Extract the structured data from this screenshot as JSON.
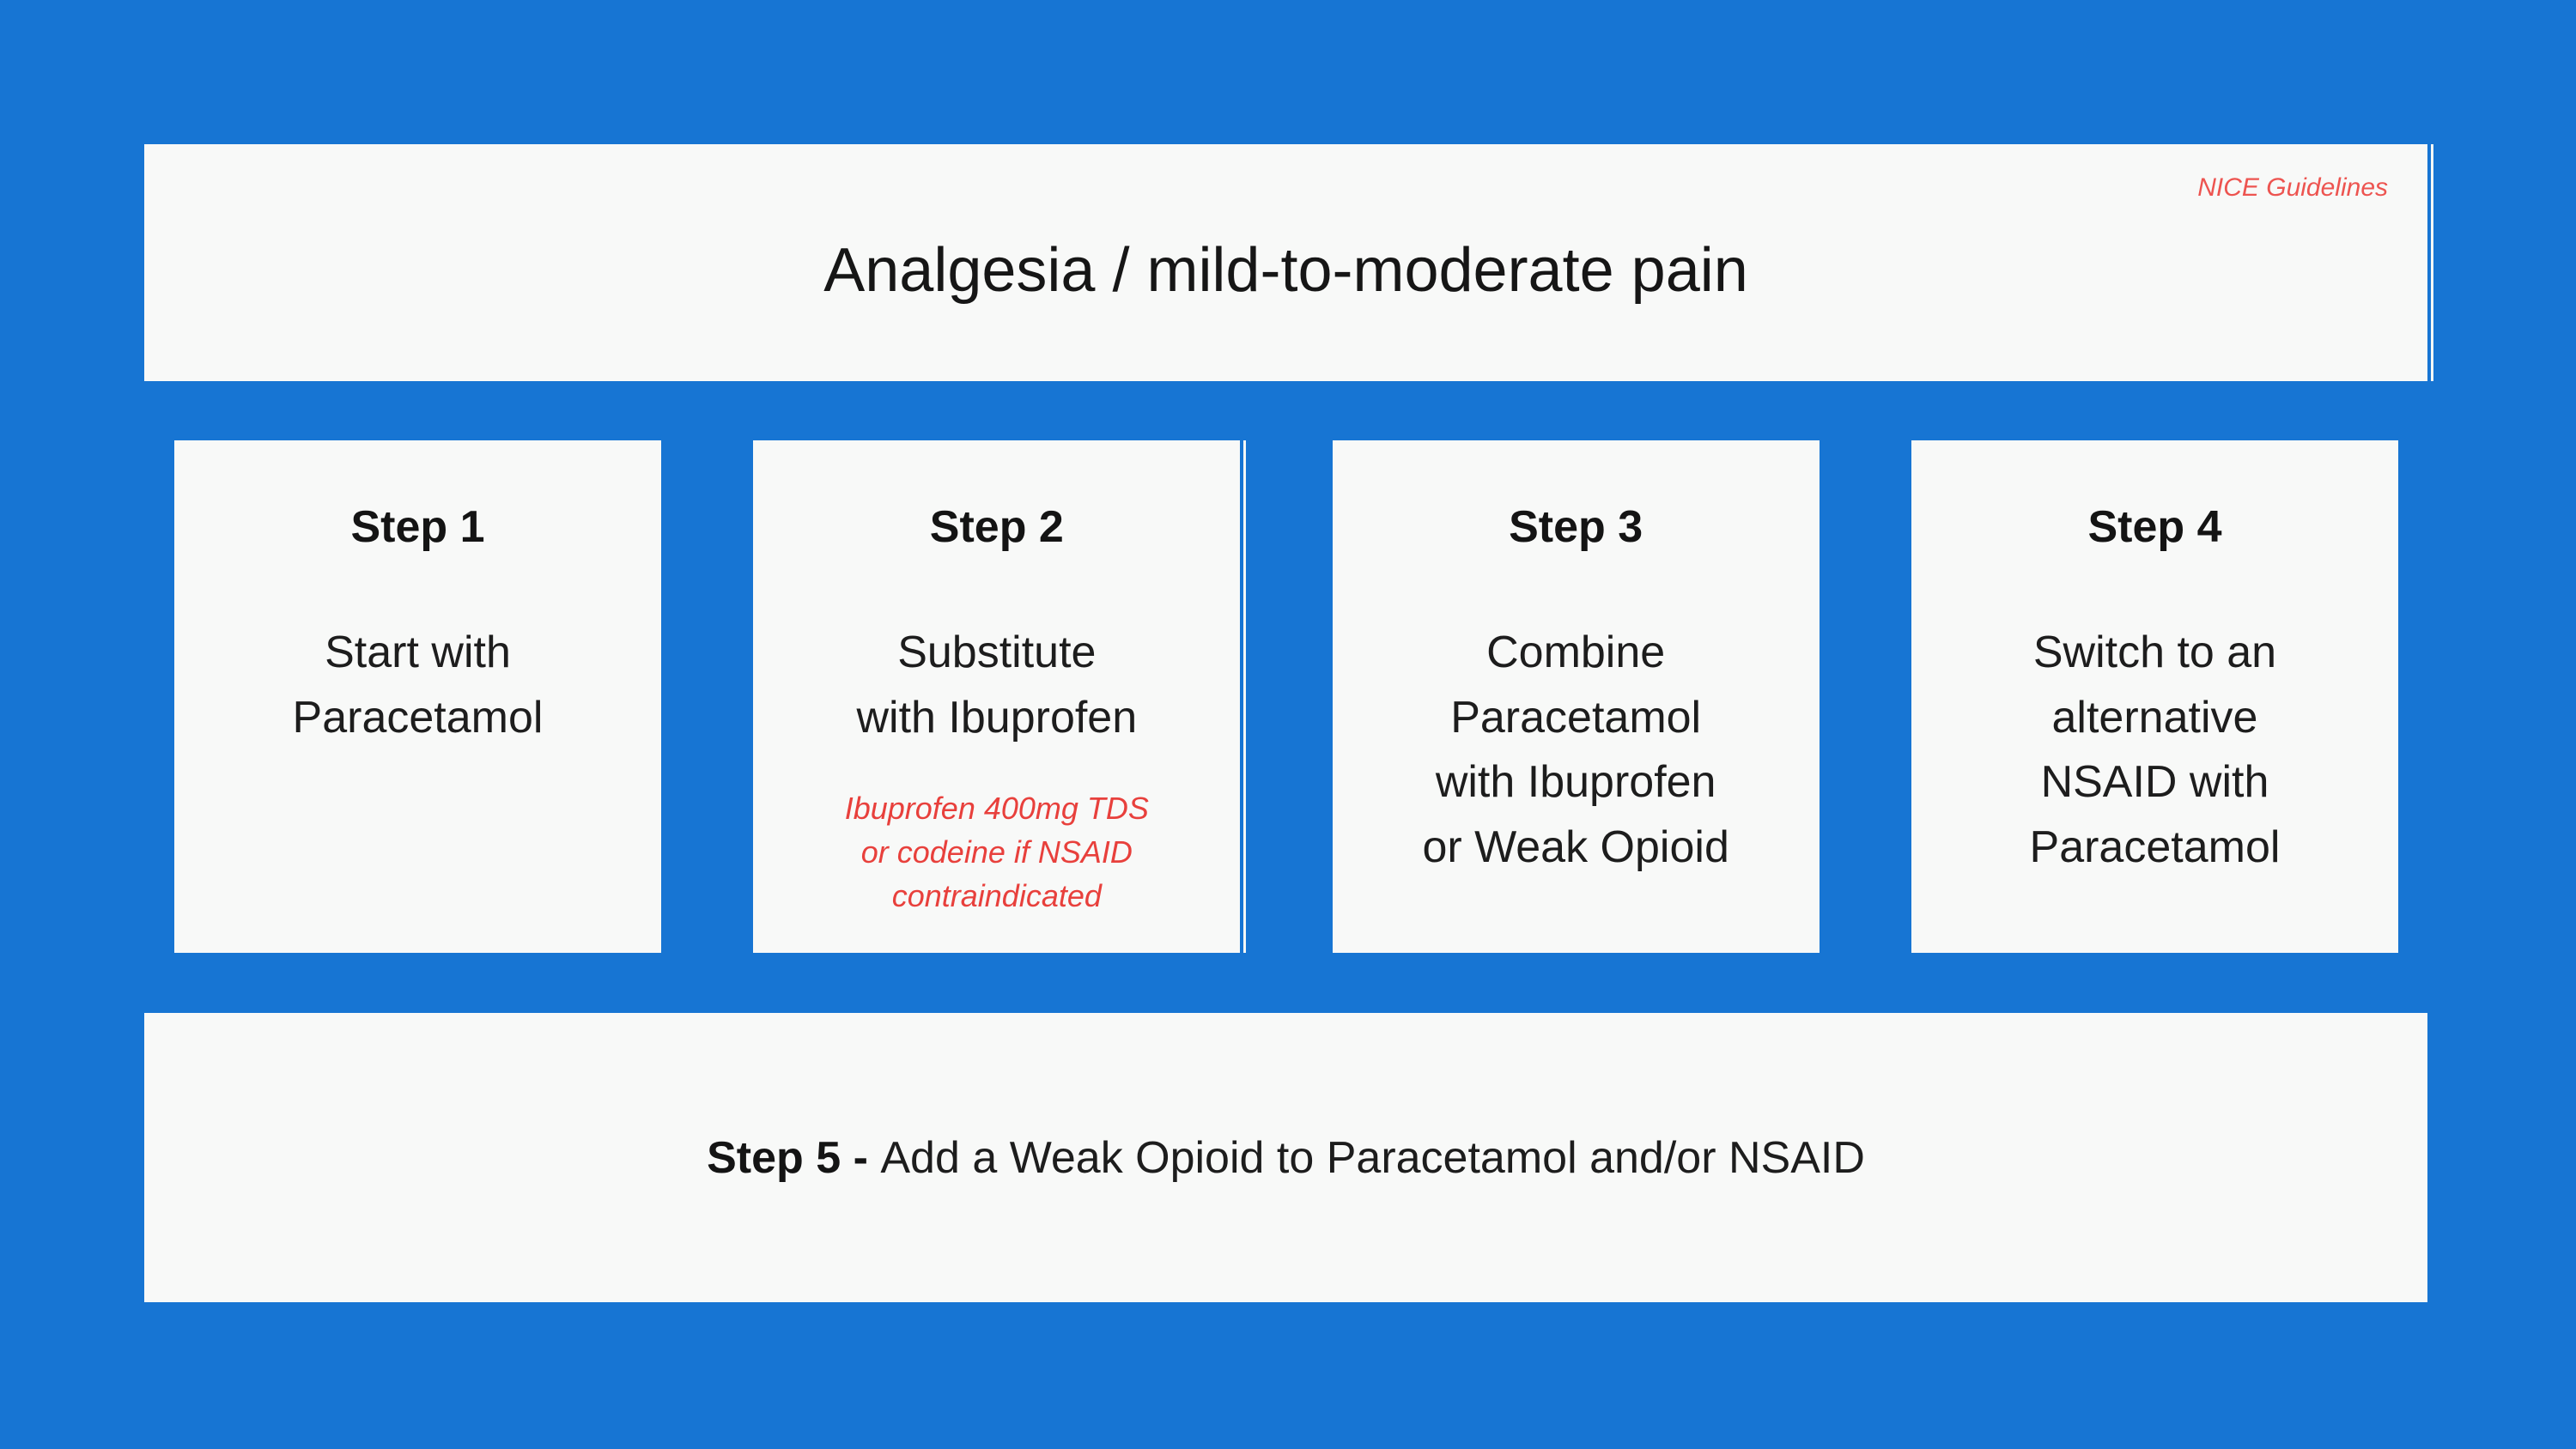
{
  "theme": {
    "background_blue": "#1775d3",
    "panel_background": "#f8f9f8",
    "badge_red": "#ed5450",
    "note_red": "#e8403c"
  },
  "header": {
    "title": "Analgesia / mild-to-moderate pain",
    "badge": "NICE Guidelines"
  },
  "steps": [
    {
      "label": "Step 1",
      "body_lines": [
        "Start with",
        "Paracetamol"
      ]
    },
    {
      "label": "Step 2",
      "body_lines": [
        "Substitute",
        "with Ibuprofen"
      ],
      "note_lines": [
        "Ibuprofen 400mg TDS",
        "or codeine if NSAID",
        "contraindicated"
      ]
    },
    {
      "label": "Step 3",
      "body_lines": [
        "Combine",
        "Paracetamol",
        "with Ibuprofen",
        "or Weak Opioid"
      ]
    },
    {
      "label": "Step 4",
      "body_lines": [
        "Switch to an",
        "alternative",
        "NSAID with",
        "Paracetamol"
      ]
    }
  ],
  "step5": {
    "prefix": "Step 5 - ",
    "text": "Add a Weak Opioid to Paracetamol and/or NSAID"
  }
}
